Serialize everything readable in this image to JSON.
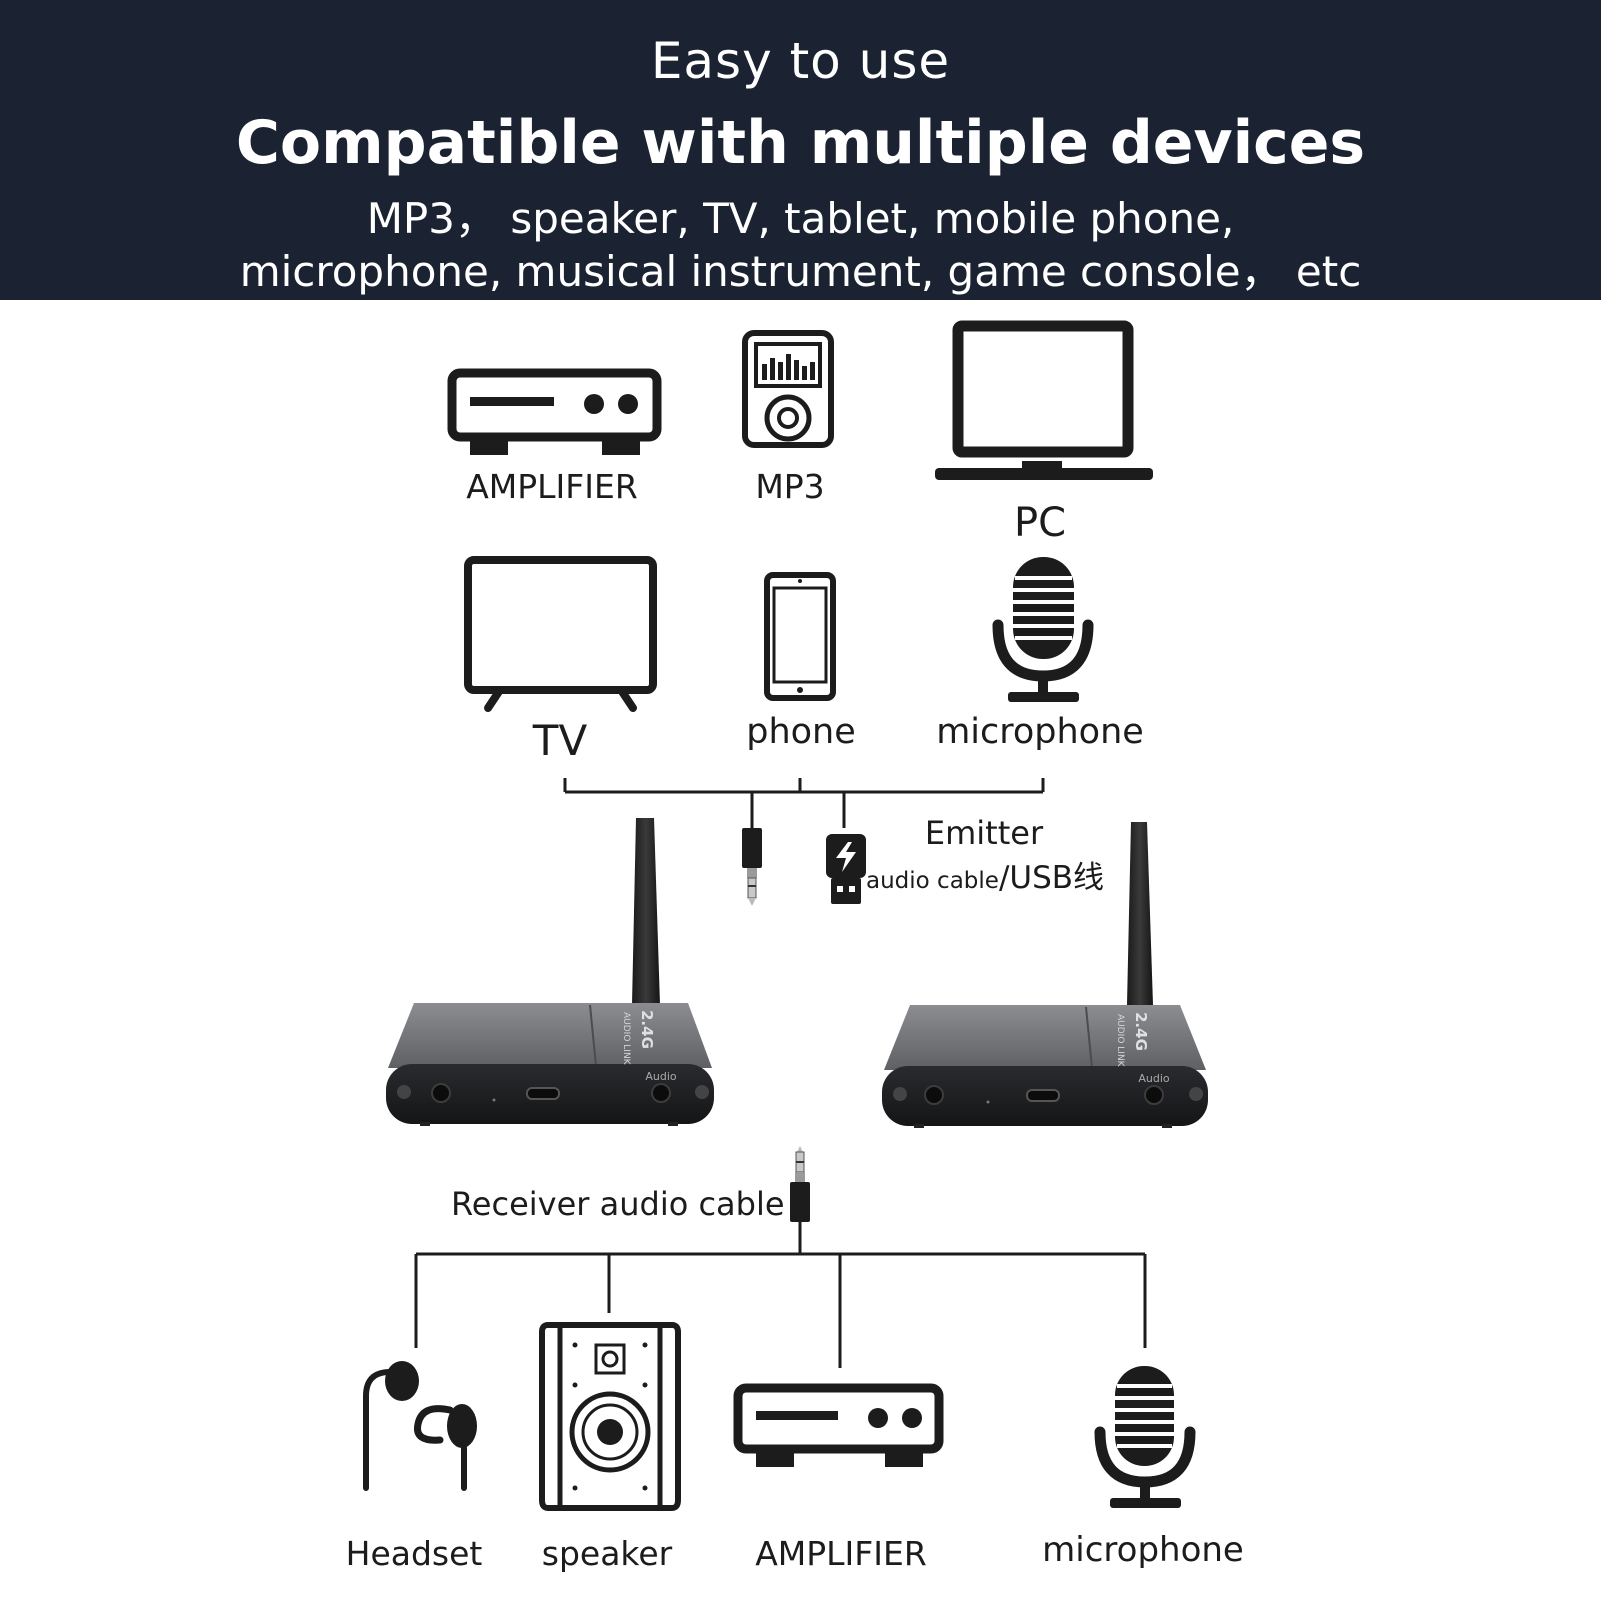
{
  "banner": {
    "tagline": "Easy to use",
    "headline": "Compatible with multiple devices",
    "line1": "MP3， speaker, TV, tablet, mobile phone,",
    "line2": "microphone, musical instrument, game console， etc"
  },
  "sources": {
    "amplifier": "AMPLIFIER",
    "mp3": "MP3",
    "pc": "PC",
    "tv": "TV",
    "phone": "phone",
    "microphone": "microphone"
  },
  "emitter": {
    "title": "Emitter",
    "cable_small": "audio cable",
    "cable_large": "/USB线"
  },
  "receiver_cable": "Receiver audio cable",
  "outputs": {
    "headset": "Headset",
    "speaker": "speaker",
    "amplifier": "AMPLIFIER",
    "microphone": "microphone"
  },
  "device_printing": {
    "band": "2.4G",
    "model": "AUDIO LINK",
    "port_audio": "Audio"
  },
  "icons": [
    "amplifier-icon",
    "mp3-player-icon",
    "laptop-icon",
    "tv-icon",
    "phone-icon",
    "microphone-icon",
    "audio-jack-icon",
    "usb-plug-icon",
    "headset-icon",
    "speaker-icon"
  ],
  "colors": {
    "banner": "#1b2231",
    "device_body": "#3a3c40",
    "ink": "#1c1c1c"
  }
}
